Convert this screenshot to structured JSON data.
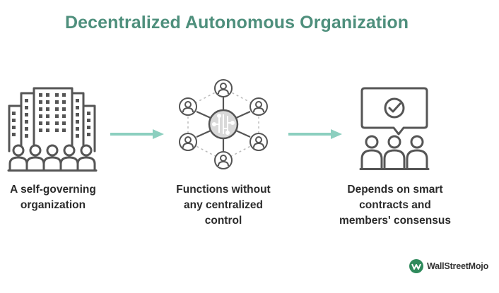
{
  "title": "Decentralized Autonomous Organization",
  "steps": [
    {
      "icon": "building-people-icon",
      "lines": [
        "A self-governing",
        "organization"
      ]
    },
    {
      "icon": "network-chip-icon",
      "lines": [
        "Functions without",
        "any centralized",
        "control"
      ]
    },
    {
      "icon": "consensus-people-icon",
      "lines": [
        "Depends on smart",
        "contracts and",
        "members' consensus"
      ]
    }
  ],
  "brand": {
    "name": "WallStreetMojo"
  },
  "colors": {
    "title": "#4e8f7c",
    "arrow": "#8ccfbf",
    "icon": "#555555",
    "text": "#2b2b2b"
  }
}
